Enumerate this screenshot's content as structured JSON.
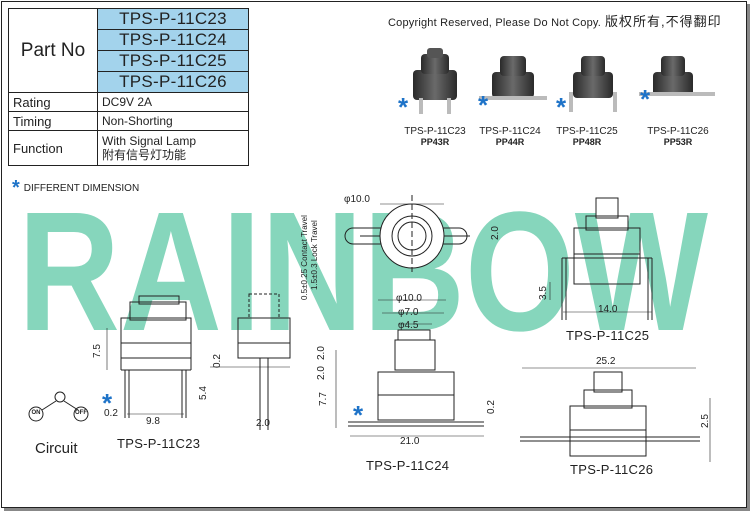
{
  "spec_table": {
    "part_no_label": "Part No",
    "part_numbers": [
      "TPS-P-11C23",
      "TPS-P-11C24",
      "TPS-P-11C25",
      "TPS-P-11C26"
    ],
    "rows": [
      {
        "label": "Rating",
        "value": "DC9V  2A"
      },
      {
        "label": "Timing",
        "value": "Non-Shorting"
      },
      {
        "label": "Function",
        "value": "With Signal Lamp",
        "value2": "附有信号灯功能"
      }
    ]
  },
  "legend": {
    "star": "*",
    "text": "DIFFERENT DIMENSION"
  },
  "copyright": {
    "en": "Copyright Reserved, Please Do Not Copy.",
    "cn": "版权所有,不得翻印"
  },
  "watermark": "RAINBOW",
  "products": [
    {
      "model": "TPS-P-11C23",
      "code": "PP43R"
    },
    {
      "model": "TPS-P-11C24",
      "code": "PP44R"
    },
    {
      "model": "TPS-P-11C25",
      "code": "PP48R"
    },
    {
      "model": "TPS-P-11C26",
      "code": "PP53R"
    }
  ],
  "drawings": {
    "c23": "TPS-P-11C23",
    "c24": "TPS-P-11C24",
    "c25": "TPS-P-11C25",
    "c26": "TPS-P-11C26"
  },
  "circuit": {
    "label": "Circuit",
    "on": "ON",
    "off": "OFF"
  },
  "dims": {
    "d10_top": "φ10.0",
    "travel1": "0.5±0.25 Contact Travel",
    "travel2": "1.5±0.3 Lock Travel",
    "d2_top": "2.0",
    "c23_h": "7.5",
    "c23_w": "9.8",
    "c23_02": "0.2",
    "c23_54": "5.4",
    "side_02": "0.2",
    "side_20": "2.0",
    "c24_d10": "φ10.0",
    "c24_d7": "φ7.0",
    "c24_d45": "φ4.5",
    "c24_20a": "2.0",
    "c24_20b": "2.0",
    "c24_77": "7.7",
    "c24_210": "21.0",
    "c24_02": "0.2",
    "c25_35": "3.5",
    "c25_140": "14.0",
    "c26_252": "25.2",
    "c26_25": "2.5"
  }
}
